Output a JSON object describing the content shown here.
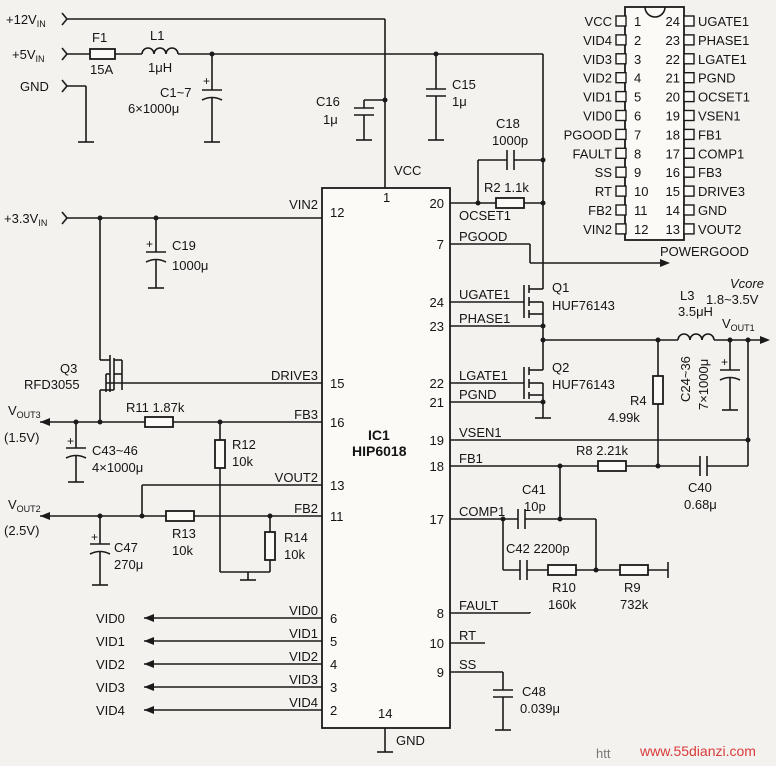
{
  "rails": {
    "v12_main": "+12V",
    "v12_sub": "IN",
    "v5_main": "+5V",
    "v5_sub": "IN",
    "gnd": "GND",
    "v33_main": "+3.3V",
    "v33_sub": "IN"
  },
  "components": {
    "F1": {
      "ref": "F1",
      "value": "15A"
    },
    "L1": {
      "ref": "L1",
      "value": "1μH"
    },
    "C1_7": {
      "ref": "C1~7",
      "value": "6×1000μ"
    },
    "C15": {
      "ref": "C15",
      "value": "1μ"
    },
    "C16": {
      "ref": "C16",
      "value": "1μ"
    },
    "C18": {
      "ref": "C18",
      "value": "1000p"
    },
    "R2": {
      "ref": "R2",
      "value": "1.1k"
    },
    "C19": {
      "ref": "C19",
      "value": "1000μ"
    },
    "Q3": {
      "ref": "Q3",
      "value": "RFD3055"
    },
    "R11": {
      "ref": "R11",
      "value": "1.87k"
    },
    "C43_46": {
      "ref": "C43~46",
      "value": "4×1000μ"
    },
    "R12": {
      "ref": "R12",
      "value": "10k"
    },
    "R13": {
      "ref": "R13",
      "value": "10k"
    },
    "R14": {
      "ref": "R14",
      "value": "10k"
    },
    "C47": {
      "ref": "C47",
      "value": "270μ"
    },
    "Q1": {
      "ref": "Q1",
      "value": "HUF76143"
    },
    "Q2": {
      "ref": "Q2",
      "value": "HUF76143"
    },
    "L3": {
      "ref": "L3",
      "value": "3.5μH"
    },
    "C24_36": {
      "ref": "C24~36",
      "value": "7×1000μ"
    },
    "R4": {
      "ref": "R4",
      "value": "4.99k"
    },
    "R8": {
      "ref": "R8",
      "value": "2.21k"
    },
    "C40": {
      "ref": "C40",
      "value": "0.68μ"
    },
    "C41": {
      "ref": "C41",
      "value": "10p"
    },
    "C42": {
      "ref": "C42",
      "value": "2200p"
    },
    "R10": {
      "ref": "R10",
      "value": "160k"
    },
    "R9": {
      "ref": "R9",
      "value": "732k"
    },
    "C48": {
      "ref": "C48",
      "value": "0.039μ"
    }
  },
  "ic": {
    "ref": "IC1",
    "part": "HIP6018",
    "vcc_label": "VCC",
    "vcc_pin": "1",
    "gnd_label": "GND",
    "gnd_pin": "14",
    "left_pins": [
      {
        "name": "VIN2",
        "num": "12"
      },
      {
        "name": "DRIVE3",
        "num": "15"
      },
      {
        "name": "FB3",
        "num": "16"
      },
      {
        "name": "VOUT2",
        "num": "13"
      },
      {
        "name": "FB2",
        "num": "11"
      },
      {
        "name": "VID0",
        "num": "6"
      },
      {
        "name": "VID1",
        "num": "5"
      },
      {
        "name": "VID2",
        "num": "4"
      },
      {
        "name": "VID3",
        "num": "3"
      },
      {
        "name": "VID4",
        "num": "2"
      }
    ],
    "right_pins": [
      {
        "name": "OCSET1",
        "num": "20"
      },
      {
        "name": "PGOOD",
        "num": "7"
      },
      {
        "name": "UGATE1",
        "num": "24"
      },
      {
        "name": "PHASE1",
        "num": "23"
      },
      {
        "name": "LGATE1",
        "num": "22"
      },
      {
        "name": "PGND",
        "num": "21"
      },
      {
        "name": "VSEN1",
        "num": "19"
      },
      {
        "name": "FB1",
        "num": "18"
      },
      {
        "name": "COMP1",
        "num": "17"
      },
      {
        "name": "FAULT",
        "num": "8"
      },
      {
        "name": "RT",
        "num": "10"
      },
      {
        "name": "SS",
        "num": "9"
      }
    ]
  },
  "outputs": {
    "powergood": "POWERGOOD",
    "vcore_label": "Vcore",
    "vcore_range": "1.8~3.5V",
    "vout1_main": "V",
    "vout1_sub": "OUT1",
    "vout3_main": "V",
    "vout3_sub": "OUT3",
    "vout3_val": "(1.5V)",
    "vout2_main": "V",
    "vout2_sub": "OUT2",
    "vout2_val": "(2.5V)",
    "vid_labels": [
      "VID0",
      "VID1",
      "VID2",
      "VID3",
      "VID4"
    ]
  },
  "pinout": {
    "left": [
      {
        "name": "VCC",
        "num": "1"
      },
      {
        "name": "VID4",
        "num": "2"
      },
      {
        "name": "VID3",
        "num": "3"
      },
      {
        "name": "VID2",
        "num": "4"
      },
      {
        "name": "VID1",
        "num": "5"
      },
      {
        "name": "VID0",
        "num": "6"
      },
      {
        "name": "PGOOD",
        "num": "7"
      },
      {
        "name": "FAULT",
        "num": "8"
      },
      {
        "name": "SS",
        "num": "9"
      },
      {
        "name": "RT",
        "num": "10"
      },
      {
        "name": "FB2",
        "num": "11"
      },
      {
        "name": "VIN2",
        "num": "12"
      }
    ],
    "right": [
      {
        "name": "UGATE1",
        "num": "24"
      },
      {
        "name": "PHASE1",
        "num": "23"
      },
      {
        "name": "LGATE1",
        "num": "22"
      },
      {
        "name": "PGND",
        "num": "21"
      },
      {
        "name": "OCSET1",
        "num": "20"
      },
      {
        "name": "VSEN1",
        "num": "19"
      },
      {
        "name": "FB1",
        "num": "18"
      },
      {
        "name": "COMP1",
        "num": "17"
      },
      {
        "name": "FB3",
        "num": "16"
      },
      {
        "name": "DRIVE3",
        "num": "15"
      },
      {
        "name": "GND",
        "num": "14"
      },
      {
        "name": "VOUT2",
        "num": "13"
      }
    ]
  },
  "watermark": {
    "site": "www.55dianzi.com",
    "prefix": "htt"
  }
}
